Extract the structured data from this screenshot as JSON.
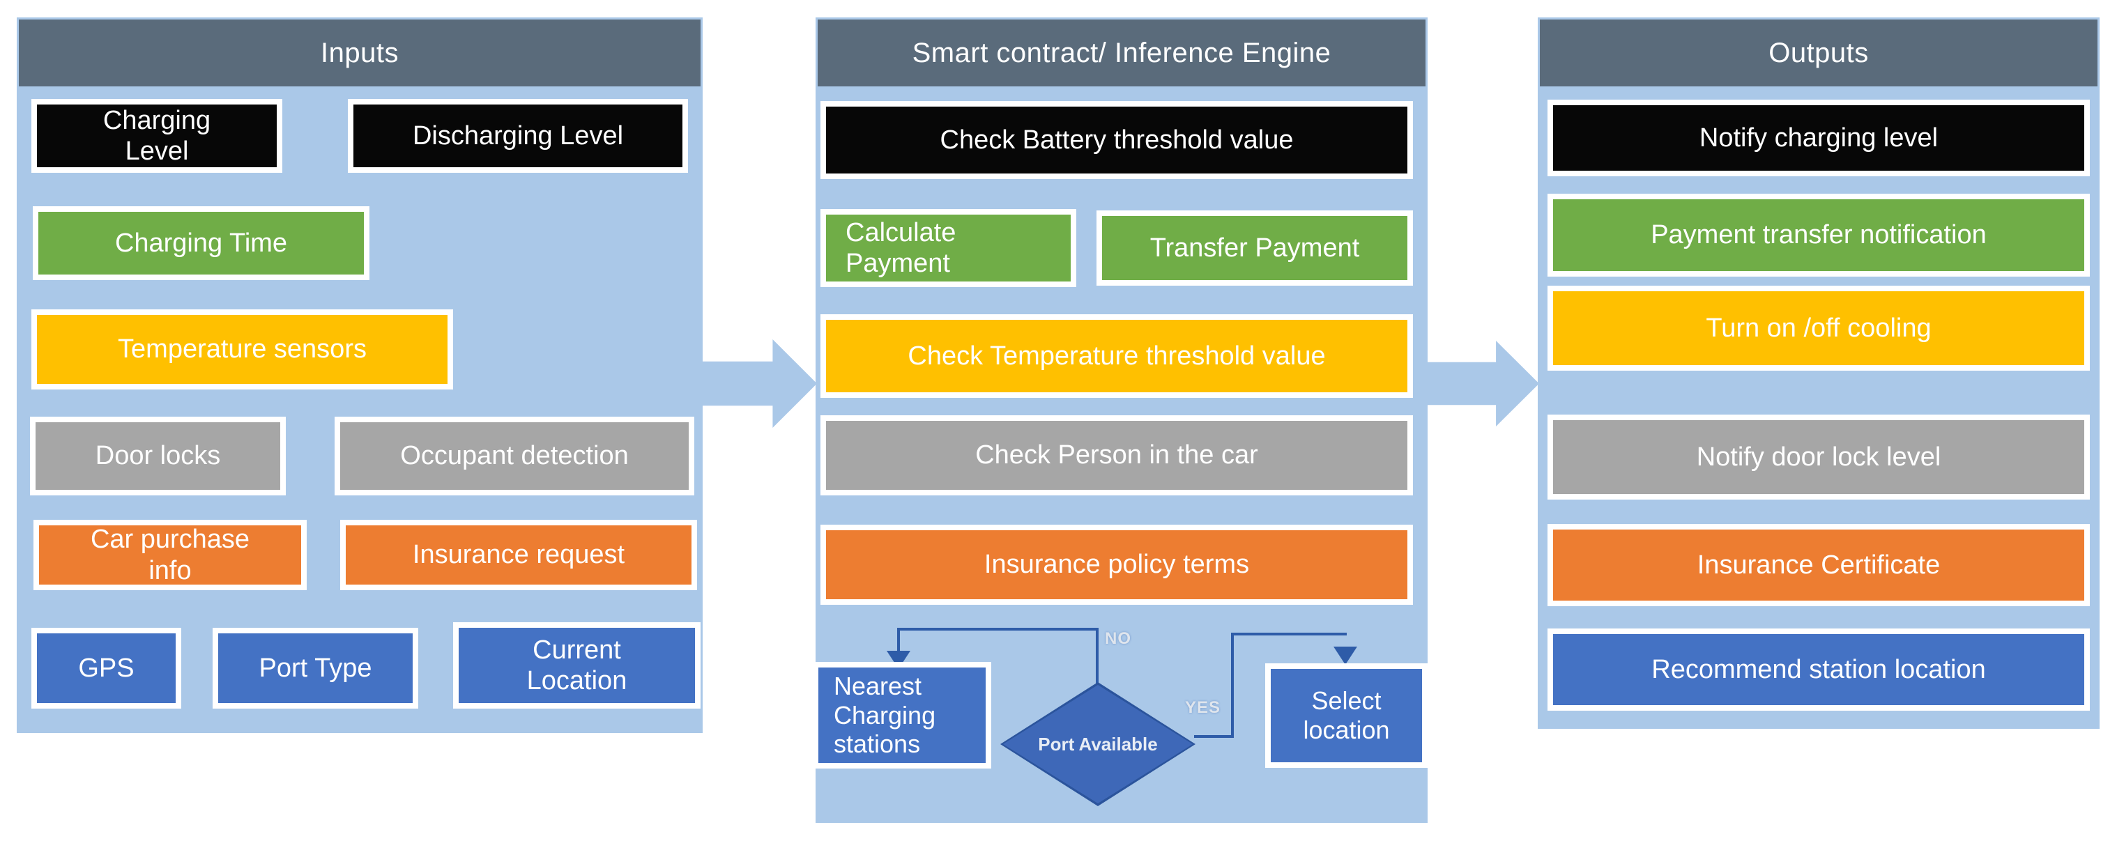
{
  "palette": {
    "panel_bg": "#AAC8E8",
    "header_bg": "#5A6B7B",
    "box_black": "#070707",
    "box_green": "#70AD47",
    "box_yellow": "#FFC000",
    "box_gray": "#A6A6A6",
    "box_orange": "#ED7D31",
    "box_blue": "#4472C4",
    "diamond_fill": "#3E68B8",
    "diamond_border": "#2B549C",
    "connector_line": "#2E5CA8",
    "label_text": "#FFFFFF"
  },
  "inputs": {
    "title": "Inputs",
    "boxes": {
      "charging_level": "Charging Level",
      "discharging_level": "Discharging Level",
      "charging_time": "Charging Time",
      "temperature_sensors": "Temperature sensors",
      "door_locks": "Door locks",
      "occupant_detection": "Occupant detection",
      "car_purchase_info": "Car purchase info",
      "insurance_request": "Insurance request",
      "gps": "GPS",
      "port_type": "Port Type",
      "current_location": "Current Location"
    }
  },
  "engine": {
    "title": "Smart contract/ Inference Engine",
    "boxes": {
      "check_battery": "Check Battery threshold value",
      "calculate_payment": "Calculate Payment",
      "transfer_payment": "Transfer Payment",
      "check_temperature": "Check Temperature  threshold value",
      "check_person": "Check Person in the car",
      "insurance_policy": "Insurance policy terms"
    },
    "flow": {
      "nearest_stations": "Nearest Charging stations",
      "decision": "Port Available",
      "select_location": "Select location",
      "no_label": "NO",
      "yes_label": "YES"
    }
  },
  "outputs": {
    "title": "Outputs",
    "boxes": {
      "notify_charging": "Notify charging level",
      "payment_notification": "Payment transfer notification",
      "cooling": "Turn on /off cooling",
      "door_lock": "Notify door lock level",
      "insurance_certificate": "Insurance Certificate",
      "recommend_station": "Recommend station location"
    }
  }
}
